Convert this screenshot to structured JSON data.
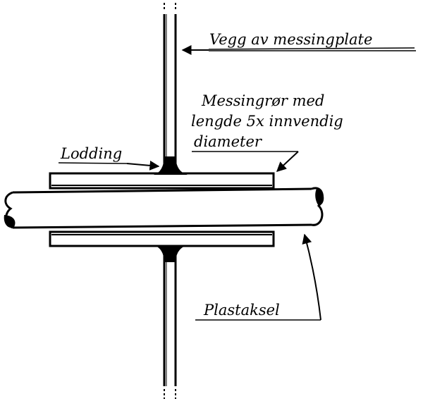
{
  "labels": {
    "wall": "Vegg av messingplate",
    "tube_line1": "Messingrør med",
    "tube_line2": "lengde 5x innvendig",
    "tube_line3": "diameter",
    "solder": "Lodding",
    "shaft": "Plastaksel"
  },
  "colors": {
    "ink": "#000000",
    "paper": "#ffffff"
  }
}
